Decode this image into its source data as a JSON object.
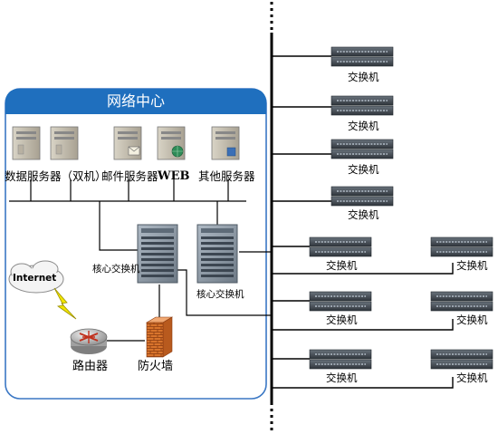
{
  "network_center": {
    "title": "网络中心"
  },
  "servers": [
    {
      "label": "数据服务器（双机）"
    },
    {
      "label": "邮件服务器"
    },
    {
      "label": "WEB"
    },
    {
      "label": "其他服务器"
    }
  ],
  "core_switches": [
    {
      "label": "核心交换机"
    },
    {
      "label": "核心交换机"
    }
  ],
  "internet": {
    "label": "Internet"
  },
  "router": {
    "label": "路由器"
  },
  "firewall": {
    "label": "防火墙"
  },
  "access_switches": [
    {
      "label": "交换机"
    },
    {
      "label": "交换机"
    },
    {
      "label": "交换机"
    },
    {
      "label": "交换机"
    },
    {
      "label": "交换机"
    },
    {
      "label": "交换机"
    },
    {
      "label": "交换机"
    },
    {
      "label": "交换机"
    },
    {
      "label": "交换机"
    },
    {
      "label": "交换机"
    }
  ],
  "colors": {
    "frame_border": "#3a77c4",
    "title_bar": "#1f6fbe",
    "frame_fill": "#ffffff",
    "line": "#000000",
    "switch_body": "#4a5460",
    "core_switch_body": "#8c9aa8",
    "firewall": "#d8742c",
    "router": "#b9b9b9",
    "lightning": "#f2e600"
  }
}
